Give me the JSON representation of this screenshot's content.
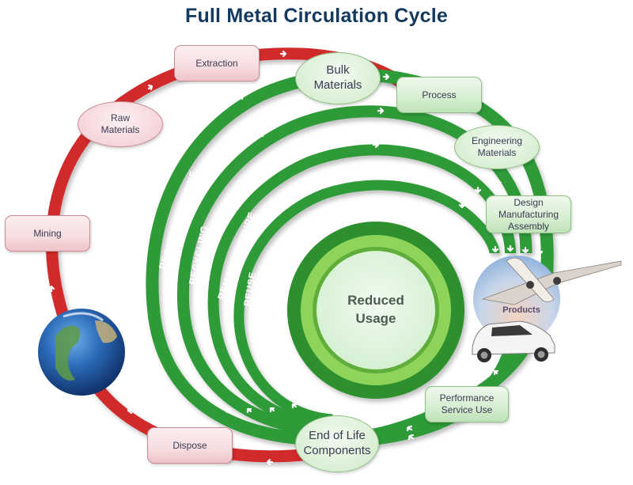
{
  "title": "Full Metal Circulation Cycle",
  "colors": {
    "title": "#133a5e",
    "red_loop": "#d12b2b",
    "green_loop": "#2e9a38",
    "center_dark": "#2f8f2e",
    "center_light": "#8fd45a",
    "center_fill": "#e4f7e2"
  },
  "nodes": {
    "extraction": "Extraction",
    "raw_materials": "Raw\nMaterials",
    "mining": "Mining",
    "dispose": "Dispose",
    "bulk_materials": "Bulk\nMaterials",
    "process": "Process",
    "engineering_materials": "Engineering\nMaterials",
    "design_manufacturing_assembly": "Design\nManufacturing\nAssembly",
    "products": "Products",
    "performance_service_use": "Performance\nService Use",
    "end_of_life_components": "End of Life\nComponents"
  },
  "loops": [
    {
      "name": "recovery-refine",
      "label": "RECOVERY / REFINE"
    },
    {
      "name": "recycling",
      "label": "RECYCLING"
    },
    {
      "name": "remanufacture",
      "label": "REMANUFACTURE"
    },
    {
      "name": "reuse",
      "label": "REUSE"
    }
  ],
  "center": {
    "label": "Reduced\nUsage"
  },
  "images": {
    "earth": "earth-globe",
    "airplane": "airplane",
    "car": "suv-car"
  }
}
